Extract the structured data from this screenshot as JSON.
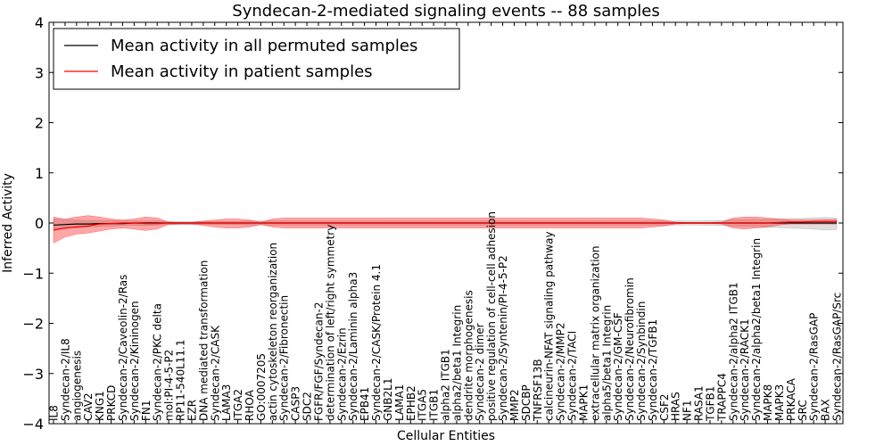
{
  "chart_data": {
    "type": "line",
    "title": "Syndecan-2-mediated signaling events -- 88 samples",
    "xlabel": "Cellular Entities",
    "ylabel": "Inferred Activity",
    "ylim": [
      -4,
      4
    ],
    "yticks": [
      "4",
      "3",
      "2",
      "1",
      "0",
      "−1",
      "−2",
      "−3",
      "−4"
    ],
    "grid": false,
    "legend_position": "top-left",
    "categories": [
      "IL8",
      "Syndecan-2/IL8",
      "angiogenesis",
      "CAV2",
      "KNG1",
      "PRKCD",
      "Syndecan-2/Caveolin-2/Ras",
      "Syndecan-2/Kininogen",
      "FN1",
      "Syndecan-2/PKC delta",
      "mol:PI-4-5-P2",
      "RP11-540L11.1",
      "EZR",
      "DNA mediated transformation",
      "Syndecan-2/CASK",
      "LAMA3",
      "ITGA2",
      "RHOA",
      "GO:0007205",
      "actin cytoskeleton reorganization",
      "Syndecan-2/Fibronectin",
      "CASP3",
      "SDC2",
      "FGFR/FGF/Syndecan-2",
      "determination of left/right symmetry",
      "Syndecan-2/Ezrin",
      "Syndecan-2/Laminin alpha3",
      "EPB41",
      "Syndecan-2/CASK/Protein 4.1",
      "GNB2L1",
      "LAMA1",
      "EPHB2",
      "ITGA5",
      "ITGB1",
      "alpha2 ITGB1",
      "alpha2/beta1 Integrin",
      "dendrite morphogenesis",
      "Syndecan-2 dimer",
      "positive regulation of cell-cell adhesion",
      "Syndecan-2/Syntenin/PI-4-5-P2",
      "MMP2",
      "SDCBP",
      "TNFRSF13B",
      "calcineurin-NFAT signaling pathway",
      "Syndecan-2/MMP2",
      "Syndecan-2/TACI",
      "MAPK1",
      "extracellular matrix organization",
      "alpha5/beta1 Integrin",
      "Syndecan-2/GM-CSF",
      "Syndecan-2/Neurofibromin",
      "Syndecan-2/Synbindin",
      "Syndecan-2/TGFB1",
      "CSF2",
      "HRAS",
      "NF1",
      "RASA1",
      "TGFB1",
      "TRAPPC4",
      "Syndecan-2/alpha2 ITGB1",
      "Syndecan-2/RACK1",
      "Syndecan-2/alpha2/beta1 Integrin",
      "MAPK8",
      "MAPK3",
      "PRKACA",
      "SRC",
      "Syndecan-2/RasGAP",
      "BAX",
      "Syndecan-2/RasGAP/Src"
    ],
    "series": [
      {
        "name": "Mean activity in all permuted samples",
        "color": "#000000",
        "values": [
          -0.04,
          -0.03,
          -0.02,
          -0.02,
          -0.01,
          -0.01,
          -0.01,
          0,
          0,
          0,
          0,
          0,
          0,
          0,
          0,
          0,
          0,
          0,
          0,
          0,
          0,
          0,
          0,
          0,
          0,
          0,
          0,
          0,
          0,
          0,
          0,
          0,
          0,
          0,
          0,
          0,
          0,
          0,
          0,
          0,
          0,
          0,
          0,
          0,
          0,
          0,
          0,
          0,
          0,
          0,
          0,
          0,
          0,
          0,
          0,
          0,
          0,
          0,
          0,
          0,
          0,
          0,
          0,
          0,
          0,
          0,
          0,
          0,
          0
        ]
      },
      {
        "name": "Mean activity in patient samples",
        "color": "#ff0000",
        "values": [
          -0.14,
          -0.1,
          -0.08,
          -0.06,
          -0.02,
          -0.01,
          0,
          0,
          -0.01,
          -0.01,
          0,
          0,
          0,
          0,
          0,
          0,
          0,
          0,
          0,
          0,
          0,
          0,
          0,
          0,
          0,
          0,
          0,
          0,
          0,
          0,
          0,
          0,
          0,
          0,
          0,
          0,
          0,
          0,
          0,
          0,
          0,
          0,
          0,
          0,
          0,
          0,
          0,
          0,
          0,
          0,
          0,
          0,
          0,
          0,
          0,
          0,
          0,
          0,
          0,
          0,
          0,
          0,
          0,
          0.01,
          0.02,
          0.02,
          0.03,
          0.03,
          0.03
        ]
      }
    ],
    "bands": [
      {
        "name": "permuted",
        "color": "#808080",
        "upper": [
          0.08,
          0.06,
          0.06,
          0.05,
          0.05,
          0.05,
          0.04,
          0.04,
          0.04,
          0.04,
          0.03,
          0.03,
          0.03,
          0.03,
          0.03,
          0.03,
          0.03,
          0.04,
          0.04,
          0.04,
          0.04,
          0.04,
          0.04,
          0.04,
          0.04,
          0.04,
          0.04,
          0.04,
          0.04,
          0.04,
          0.04,
          0.04,
          0.04,
          0.04,
          0.04,
          0.04,
          0.04,
          0.04,
          0.04,
          0.04,
          0.04,
          0.04,
          0.04,
          0.04,
          0.04,
          0.04,
          0.04,
          0.04,
          0.04,
          0.04,
          0.04,
          0.04,
          0.04,
          0.04,
          0.04,
          0.04,
          0.04,
          0.05,
          0.05,
          0.06,
          0.07,
          0.07,
          0.07,
          0.08,
          0.09,
          0.09,
          0.1,
          0.11,
          0.1
        ],
        "lower": [
          -0.12,
          -0.1,
          -0.09,
          -0.08,
          -0.07,
          -0.06,
          -0.05,
          -0.05,
          -0.05,
          -0.04,
          -0.03,
          -0.03,
          -0.03,
          -0.03,
          -0.03,
          -0.03,
          -0.03,
          -0.04,
          -0.04,
          -0.04,
          -0.04,
          -0.04,
          -0.04,
          -0.04,
          -0.04,
          -0.04,
          -0.04,
          -0.04,
          -0.04,
          -0.04,
          -0.04,
          -0.04,
          -0.04,
          -0.04,
          -0.04,
          -0.04,
          -0.04,
          -0.04,
          -0.04,
          -0.04,
          -0.04,
          -0.04,
          -0.04,
          -0.04,
          -0.04,
          -0.04,
          -0.04,
          -0.04,
          -0.04,
          -0.04,
          -0.04,
          -0.04,
          -0.04,
          -0.04,
          -0.04,
          -0.04,
          -0.04,
          -0.05,
          -0.05,
          -0.06,
          -0.07,
          -0.07,
          -0.08,
          -0.09,
          -0.1,
          -0.11,
          -0.12,
          -0.14,
          -0.13
        ]
      },
      {
        "name": "patient",
        "color": "#ff0000",
        "upper": [
          0.12,
          0.08,
          0.12,
          0.15,
          0.12,
          0.08,
          0.06,
          0.08,
          0.12,
          0.1,
          0.02,
          0.01,
          0.01,
          0.04,
          0.06,
          0.08,
          0.08,
          0.06,
          0.02,
          0.08,
          0.1,
          0.1,
          0.1,
          0.1,
          0.1,
          0.1,
          0.1,
          0.1,
          0.1,
          0.1,
          0.1,
          0.1,
          0.1,
          0.1,
          0.1,
          0.1,
          0.1,
          0.1,
          0.1,
          0.1,
          0.1,
          0.1,
          0.1,
          0.1,
          0.1,
          0.1,
          0.1,
          0.1,
          0.1,
          0.1,
          0.1,
          0.1,
          0.08,
          0.06,
          0.02,
          0.01,
          0.01,
          0.01,
          0.02,
          0.1,
          0.12,
          0.12,
          0.1,
          0.08,
          0.06,
          0.06,
          0.06,
          0.07,
          0.07
        ],
        "lower": [
          -0.4,
          -0.28,
          -0.22,
          -0.2,
          -0.16,
          -0.12,
          -0.1,
          -0.12,
          -0.15,
          -0.12,
          -0.03,
          -0.02,
          -0.02,
          -0.05,
          -0.08,
          -0.1,
          -0.1,
          -0.08,
          -0.03,
          -0.08,
          -0.1,
          -0.1,
          -0.1,
          -0.1,
          -0.1,
          -0.1,
          -0.1,
          -0.1,
          -0.1,
          -0.1,
          -0.1,
          -0.1,
          -0.1,
          -0.1,
          -0.1,
          -0.1,
          -0.1,
          -0.1,
          -0.1,
          -0.1,
          -0.1,
          -0.1,
          -0.1,
          -0.1,
          -0.1,
          -0.1,
          -0.1,
          -0.1,
          -0.1,
          -0.1,
          -0.1,
          -0.1,
          -0.08,
          -0.06,
          -0.02,
          -0.01,
          -0.01,
          -0.01,
          -0.02,
          -0.1,
          -0.12,
          -0.1,
          -0.08,
          -0.04,
          -0.02,
          -0.02,
          -0.02,
          -0.02,
          -0.02
        ]
      }
    ]
  }
}
